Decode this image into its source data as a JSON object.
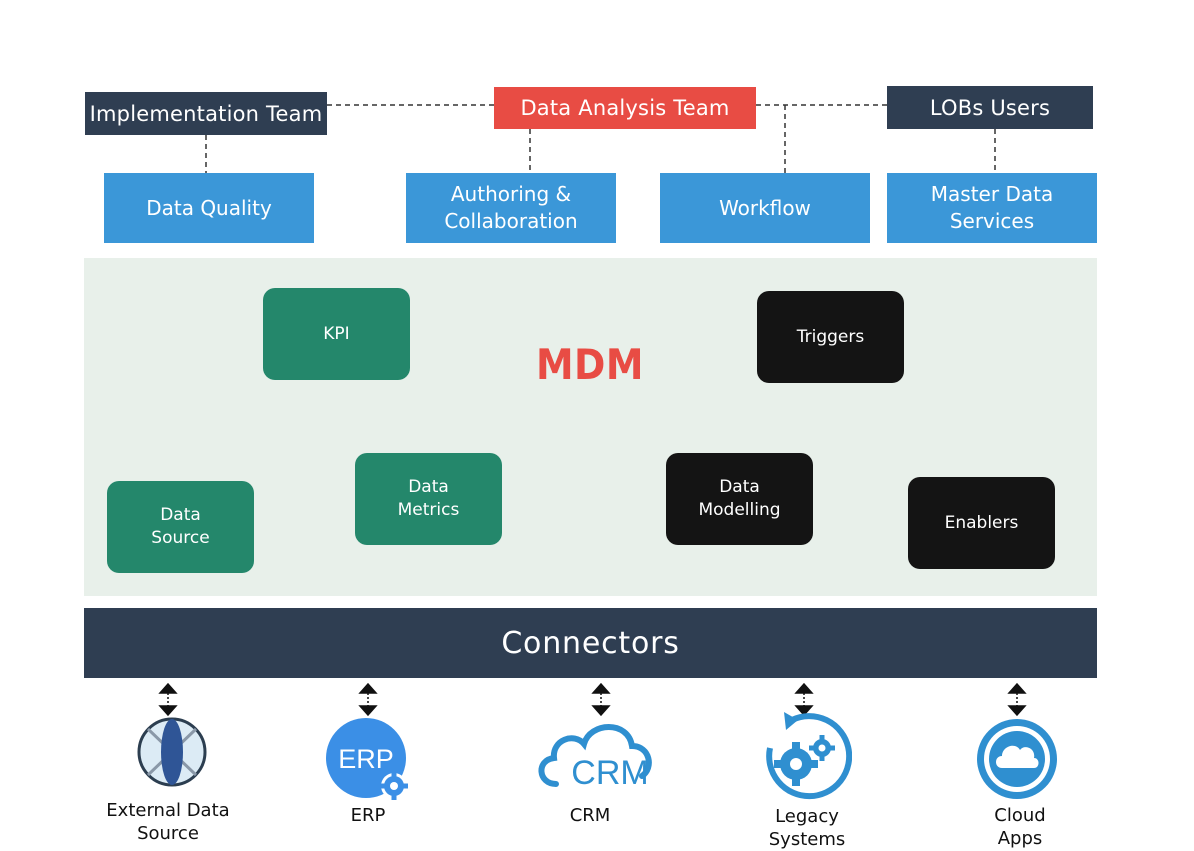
{
  "teams": {
    "implementation": "Implementation Team",
    "data_analysis": "Data Analysis Team",
    "lobs": "LOBs Users"
  },
  "services": [
    {
      "label": "Data Quality"
    },
    {
      "label": "Authoring &\nCollaboration"
    },
    {
      "label": "Workflow"
    },
    {
      "label": "Master Data\nServices"
    }
  ],
  "mdm": {
    "title": "MDM",
    "kpi": "KPI",
    "triggers": "Triggers",
    "data_source": "Data\nSource",
    "data_metrics": "Data\nMetrics",
    "data_modelling": "Data\nModelling",
    "enablers": "Enablers"
  },
  "connectors": "Connectors",
  "sources": [
    {
      "label": "External Data\nSource",
      "icon": "globe-icon"
    },
    {
      "label": "ERP",
      "icon": "erp-icon",
      "icon_text": "ERP"
    },
    {
      "label": "CRM",
      "icon": "crm-cloud-icon",
      "icon_text": "CRM"
    },
    {
      "label": "Legacy\nSystems",
      "icon": "gears-refresh-icon"
    },
    {
      "label": "Cloud\nApps",
      "icon": "cloud-icon"
    }
  ],
  "colors": {
    "navy": "#2f3e52",
    "red": "#e84c44",
    "blue": "#3b97d8",
    "green": "#24876b",
    "black": "#141414",
    "panel": "#e8f0ea"
  }
}
